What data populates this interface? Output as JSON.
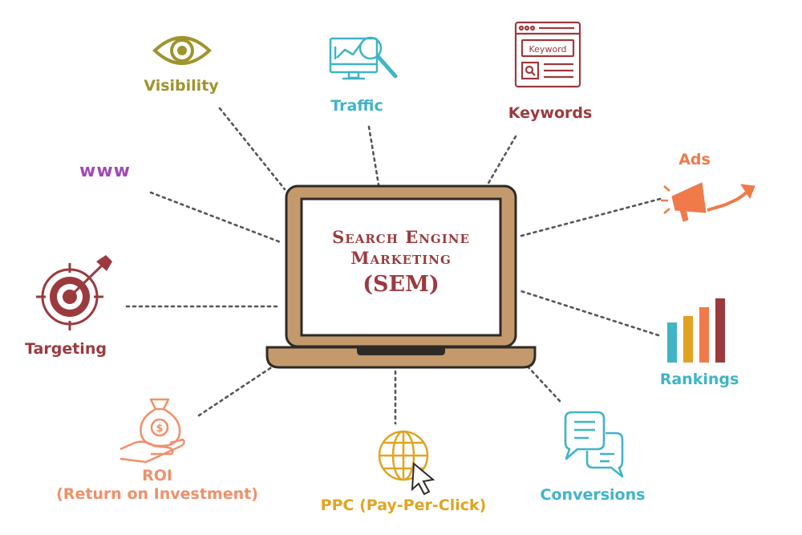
{
  "center": {
    "line1": "Search Engine",
    "line2": "Marketing",
    "line3": "(SEM)"
  },
  "nodes": {
    "visibility": {
      "label": "Visibility",
      "icon": "eye-icon",
      "color": "#a0932e"
    },
    "traffic": {
      "label": "Traffic",
      "icon": "analytics-monitor-icon",
      "color": "#3fb4c7"
    },
    "keywords": {
      "label": "Keywords",
      "icon": "keyword-browser-icon",
      "color": "#9b3a3e",
      "icon_text": "Keyword"
    },
    "www": {
      "label": "www",
      "color": "#a04ab5"
    },
    "ads": {
      "label": "Ads",
      "icon": "megaphone-icon",
      "color": "#f07a4a"
    },
    "targeting": {
      "label": "Targeting",
      "icon": "target-icon",
      "color": "#9b3a3e"
    },
    "rankings": {
      "label": "Rankings",
      "icon": "bar-chart-icon",
      "color": "#3fb4c7"
    },
    "roi": {
      "label": "ROI",
      "sublabel": "(Return on Investment)",
      "icon": "money-bag-hand-icon",
      "color": "#f0906a"
    },
    "ppc": {
      "label": "PPC (Pay-Per-Click)",
      "icon": "globe-cursor-icon",
      "color": "#e0a422"
    },
    "conversions": {
      "label": "Conversions",
      "icon": "chat-bubbles-icon",
      "color": "#3fb4c7"
    }
  },
  "colors": {
    "laptop_body": "#c49a6c",
    "laptop_outline": "#2e2a26",
    "connector": "#555555"
  }
}
